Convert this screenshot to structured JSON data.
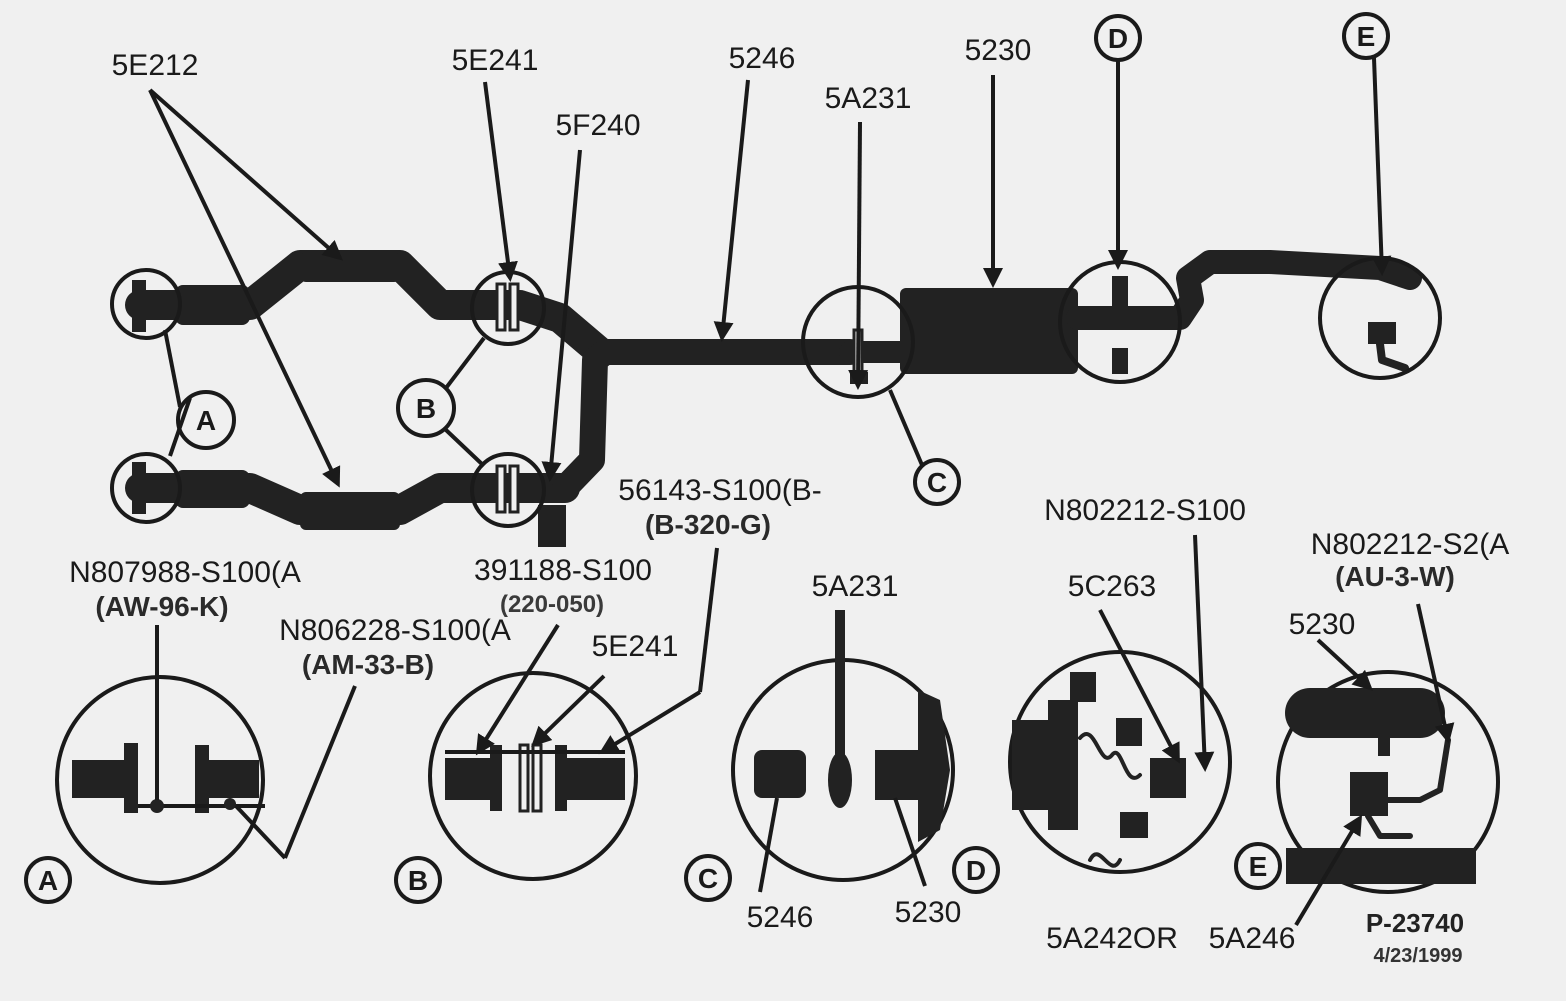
{
  "labels": {
    "l_5E212": "5E212",
    "l_5E241_top": "5E241",
    "l_5F240": "5F240",
    "l_5246_top": "5246",
    "l_5A231_top": "5A231",
    "l_5230_top": "5230",
    "l_391188": "391188-S100",
    "l_220050": "(220-050)",
    "l_56143": "56143-S100(B-",
    "l_B320G": "(B-320-G)",
    "l_N807988": "N807988-S100(A",
    "l_AW96K": "(AW-96-K)",
    "l_N806228": "N806228-S100(A",
    "l_AM33B": "(AM-33-B)",
    "l_5E241_det": "5E241",
    "l_5A231_det": "5A231",
    "l_5246_det": "5246",
    "l_5230_det_c": "5230",
    "l_N802212_S100": "N802212-S100",
    "l_5C263": "5C263",
    "l_5A242OR": "5A242OR",
    "l_N802212_S2": "N802212-S2(A",
    "l_AU3W": "(AU-3-W)",
    "l_5230_det_e": "5230",
    "l_5A246": "5A246"
  },
  "callouts": {
    "A": "A",
    "B": "B",
    "C": "C",
    "D": "D",
    "E": "E"
  },
  "reference": {
    "code": "P-23740",
    "date": "4/23/1999"
  }
}
